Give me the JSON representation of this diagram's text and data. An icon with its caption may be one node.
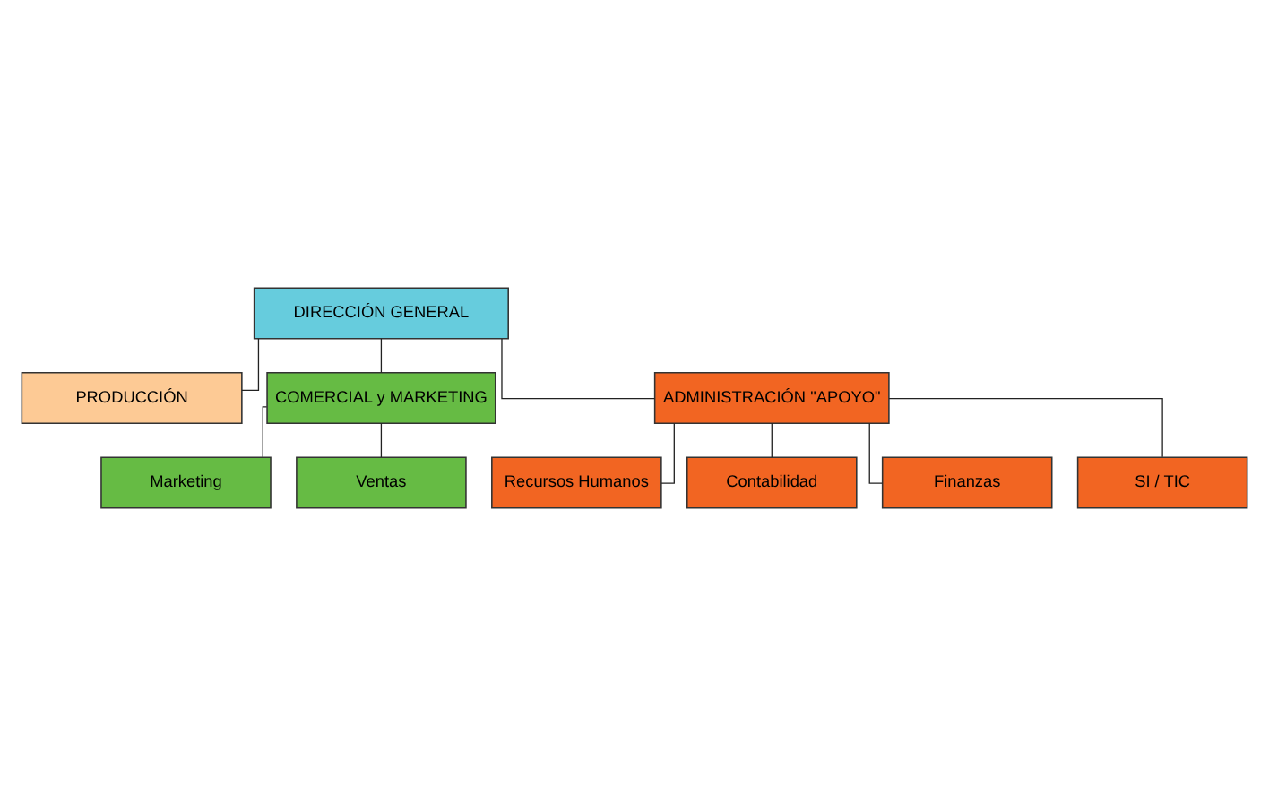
{
  "diagram": {
    "nodes": [
      {
        "text": [
          "DIRECCIÓN GENERAL"
        ]
      },
      {
        "text": [
          "PRODUCCIÓN"
        ]
      },
      {
        "text": [
          "COMERCIAL y MARKETING"
        ]
      },
      {
        "text": [
          "ADMINISTRACIÓN \"APOYO\""
        ]
      },
      {
        "text": [
          "Marketing"
        ]
      },
      {
        "text": [
          "Ventas"
        ]
      },
      {
        "text": [
          "Recursos Humanos"
        ]
      },
      {
        "text": [
          "Contabilidad"
        ]
      },
      {
        "text": [
          "Finanzas"
        ]
      },
      {
        "text": [
          "SI / TIC"
        ]
      }
    ],
    "edges": [
      {
        "from": 0,
        "to": 1,
        "arrow": "none"
      },
      {
        "from": 0,
        "to": 2,
        "arrow": "none"
      },
      {
        "from": 0,
        "to": 3,
        "arrow": "none"
      },
      {
        "from": 2,
        "to": 4,
        "arrow": "none"
      },
      {
        "from": 2,
        "to": 5,
        "arrow": "none"
      },
      {
        "from": 3,
        "to": 6,
        "arrow": "none"
      },
      {
        "from": 3,
        "to": 7,
        "arrow": "none"
      },
      {
        "from": 3,
        "to": 8,
        "arrow": "none"
      },
      {
        "from": 3,
        "to": 9,
        "arrow": "none"
      }
    ]
  }
}
